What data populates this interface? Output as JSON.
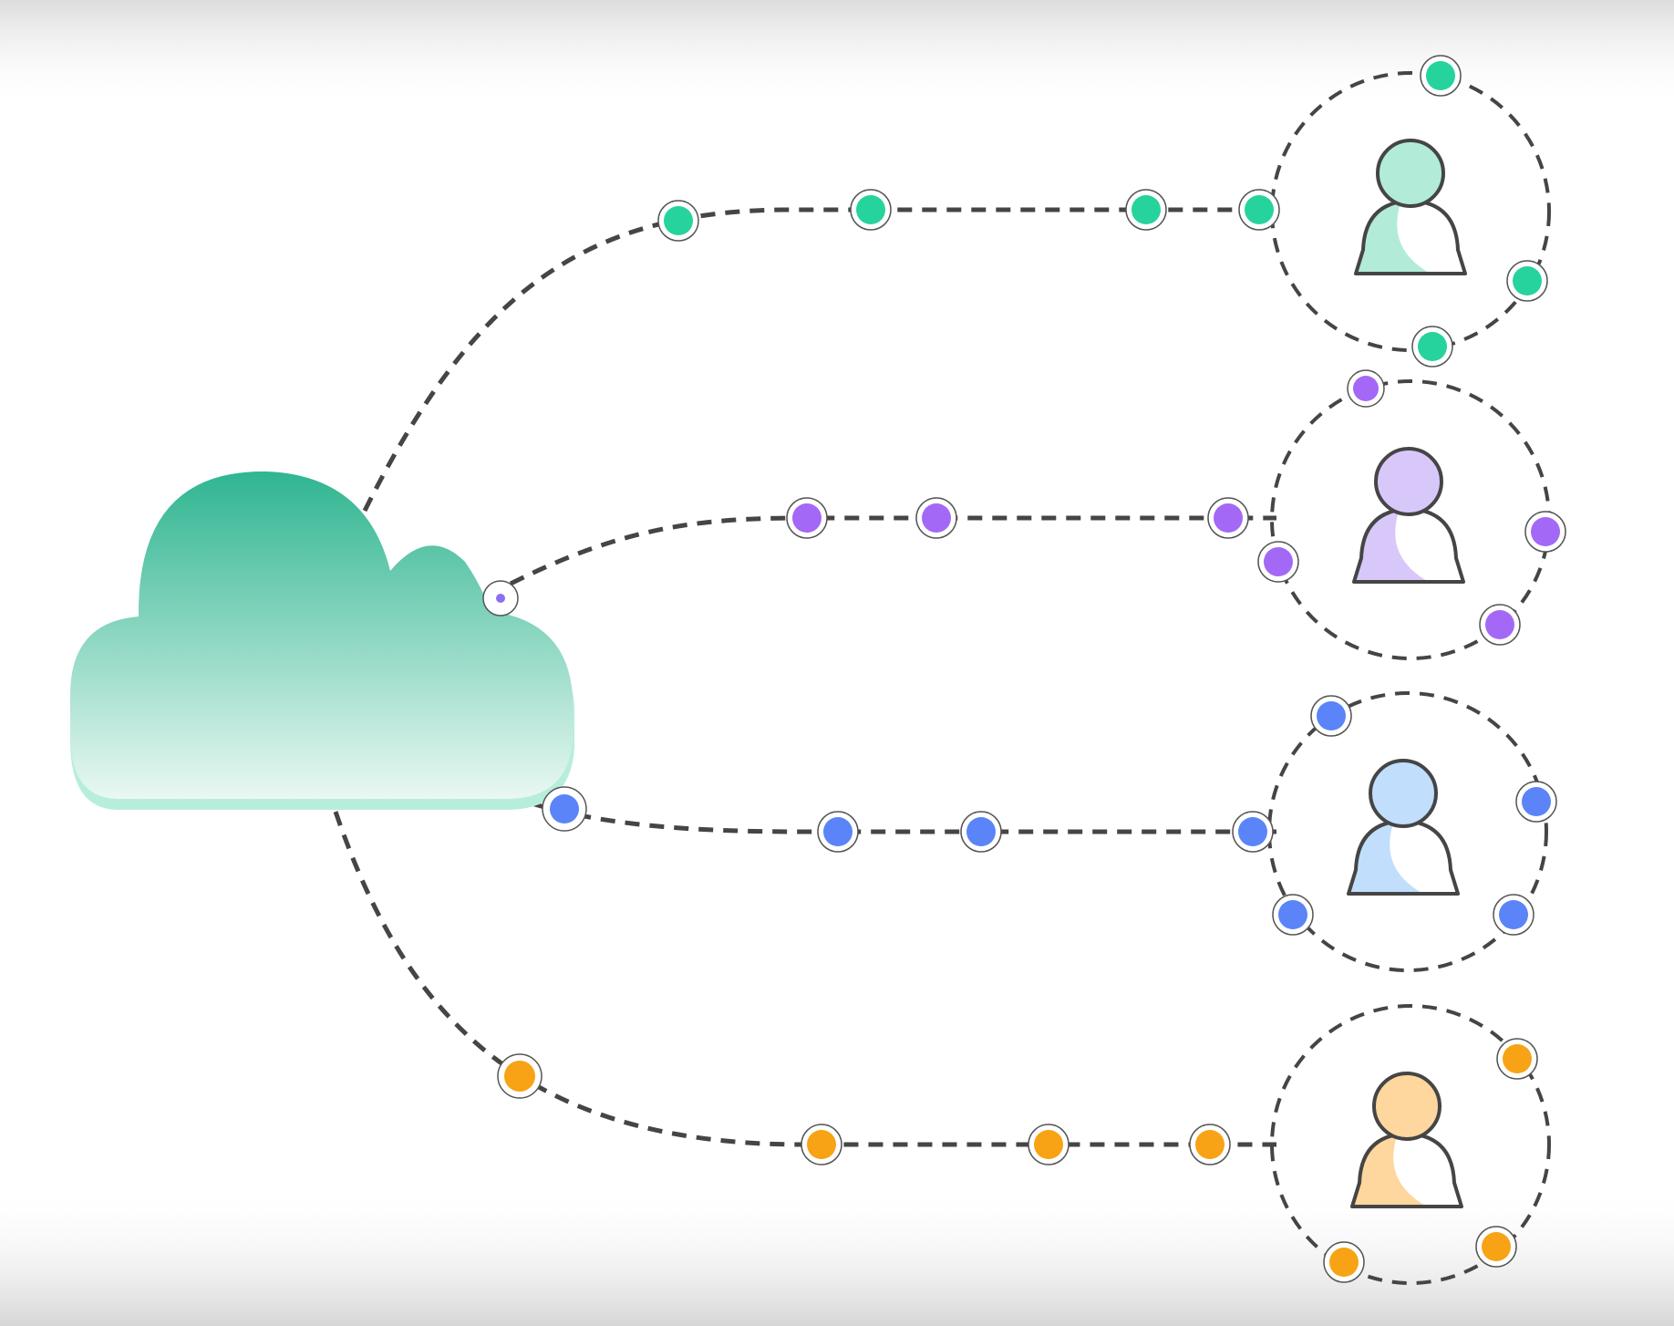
{
  "diagram": {
    "kind": "cloud-to-users network",
    "cloud": {
      "gradient_top": "#2fb591",
      "gradient_bottom": "#e9f8f2",
      "rim": "#b7eedb"
    },
    "link_stroke": "#454545",
    "users": [
      {
        "id": "user-green",
        "accent": "#26d39c",
        "body_fill": "#b2ecd9"
      },
      {
        "id": "user-purple",
        "accent": "#a468f6",
        "body_fill": "#d8c8fa"
      },
      {
        "id": "user-blue",
        "accent": "#5a84f8",
        "body_fill": "#c1dffc"
      },
      {
        "id": "user-orange",
        "accent": "#f7a315",
        "body_fill": "#fdd79e"
      }
    ]
  }
}
